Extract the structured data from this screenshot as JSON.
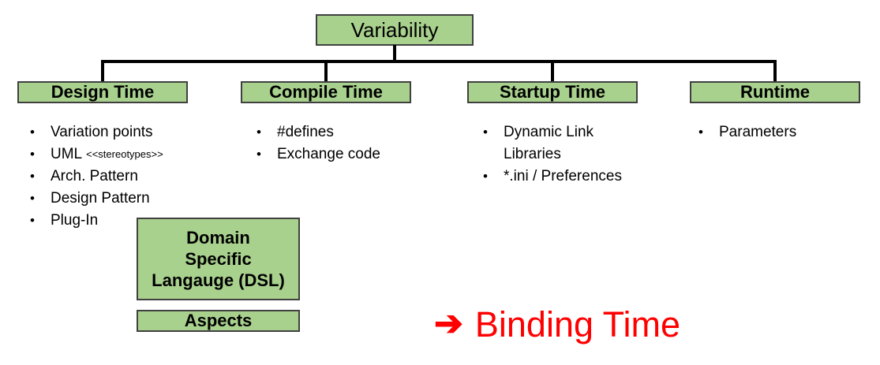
{
  "root_box": {
    "label": "Variability"
  },
  "columns": [
    {
      "header": "Design Time",
      "items": [
        {
          "text": "Variation points"
        },
        {
          "text": "UML",
          "small": "<<stereotypes>>"
        },
        {
          "text": "Arch. Pattern"
        },
        {
          "text": "Design Pattern"
        },
        {
          "text": "Plug-In"
        }
      ]
    },
    {
      "header": "Compile Time",
      "items": [
        {
          "text": "#defines"
        },
        {
          "text": "Exchange code"
        }
      ]
    },
    {
      "header": "Startup Time",
      "items": [
        {
          "text": "Dynamic Link",
          "text2": "Libraries"
        },
        {
          "text": "*.ini / Preferences"
        }
      ]
    },
    {
      "header": "Runtime",
      "items": [
        {
          "text": "Parameters"
        }
      ]
    }
  ],
  "sub_boxes": {
    "dsl": {
      "line1": "Domain",
      "line2": "Specific",
      "line3": "Langauge (DSL)"
    },
    "aspects": {
      "label": "Aspects"
    }
  },
  "annotation": {
    "arrow": "➔",
    "label": "Binding Time"
  },
  "glyphs": {
    "bullet": "•"
  },
  "colors": {
    "box_fill": "#a9d18e",
    "box_border": "#404040",
    "connector": "#000000",
    "accent_red": "#ff0000",
    "background": "#ffffff"
  }
}
